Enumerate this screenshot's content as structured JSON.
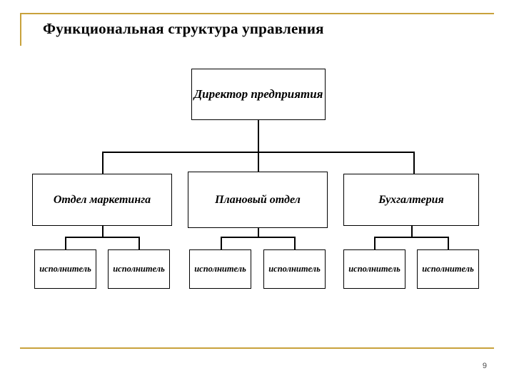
{
  "slide": {
    "title": "Функциональная структура управления",
    "page_number": "9",
    "accent_color": "#c8a23c",
    "background_color": "#ffffff"
  },
  "chart_data": {
    "type": "diagram",
    "title": "Функциональная структура управления",
    "orientation": "top-down org chart",
    "levels": [
      {
        "level": 1,
        "nodes": [
          {
            "id": "director",
            "label": "Директор предприятия"
          }
        ]
      },
      {
        "level": 2,
        "nodes": [
          {
            "id": "marketing",
            "label": "Отдел маркетинга",
            "parent": "director"
          },
          {
            "id": "planning",
            "label": "Плановый отдел",
            "parent": "director"
          },
          {
            "id": "accounting",
            "label": "Бухгалтерия",
            "parent": "director"
          }
        ]
      },
      {
        "level": 3,
        "nodes": [
          {
            "id": "exec1",
            "label": "исполнитель",
            "parent": "marketing"
          },
          {
            "id": "exec2",
            "label": "исполнитель",
            "parent": "marketing"
          },
          {
            "id": "exec3",
            "label": "исполнитель",
            "parent": "planning"
          },
          {
            "id": "exec4",
            "label": "исполнитель",
            "parent": "planning"
          },
          {
            "id": "exec5",
            "label": "исполнитель",
            "parent": "accounting"
          },
          {
            "id": "exec6",
            "label": "исполнитель",
            "parent": "accounting"
          }
        ]
      }
    ]
  }
}
